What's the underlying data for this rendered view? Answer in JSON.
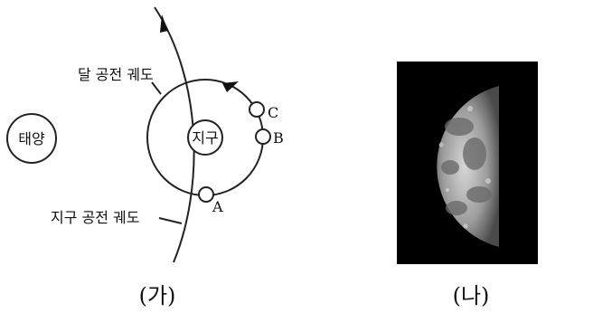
{
  "diagram": {
    "sun_label": "태양",
    "earth_label": "지구",
    "moon_orbit_label": "달 공전 궤도",
    "earth_orbit_label": "지구 공전 궤도",
    "moon_positions": [
      "A",
      "B",
      "C"
    ]
  },
  "captions": {
    "left": "(가)",
    "right": "(나)"
  },
  "photo": {
    "subject": "moon-phase-photo",
    "background": "#000000"
  }
}
